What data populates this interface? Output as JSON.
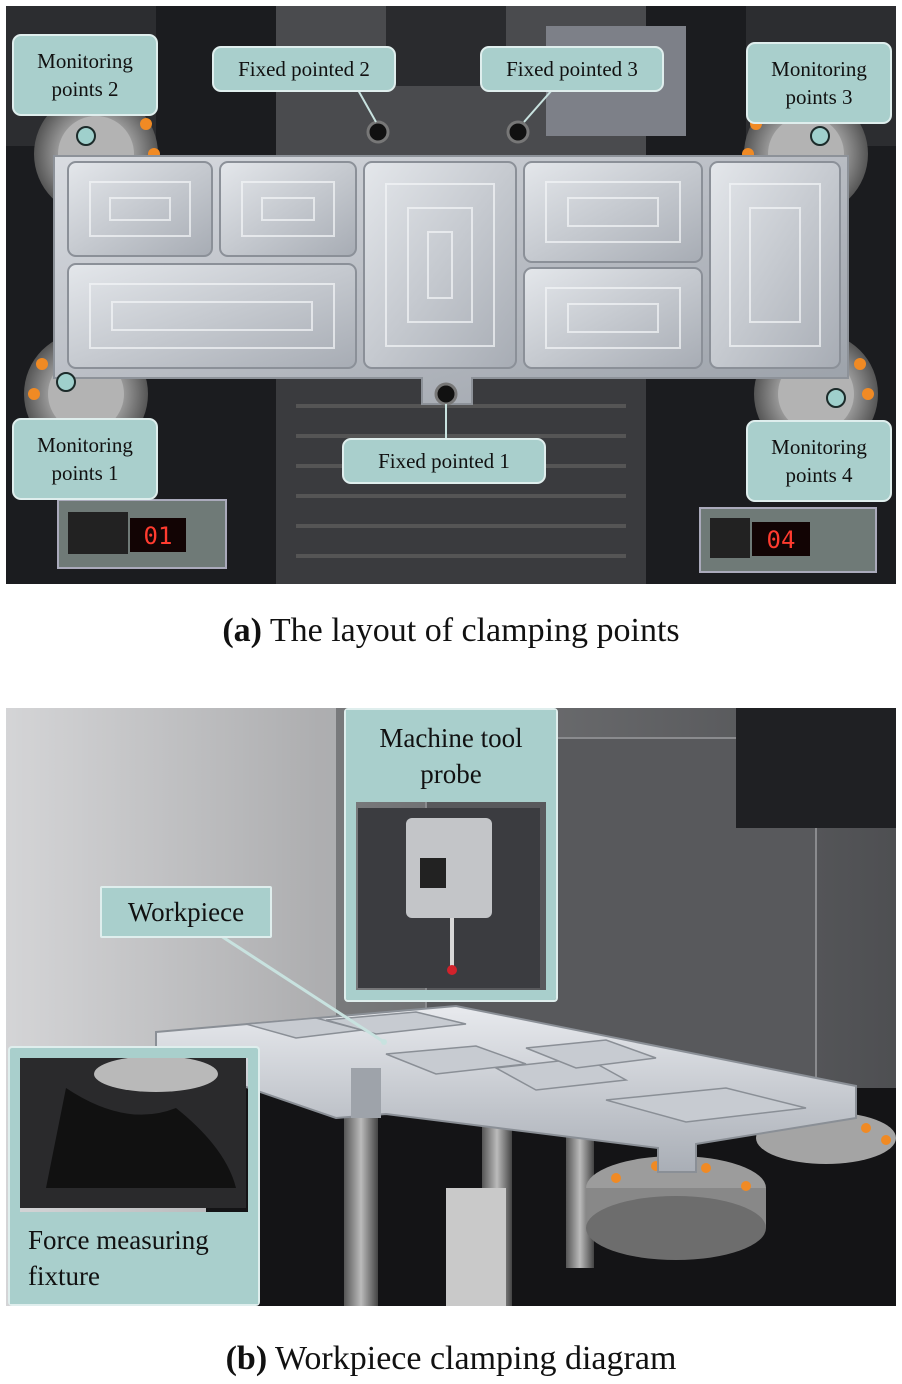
{
  "panel_a": {
    "callouts": {
      "monitoring_2": [
        "Monitoring",
        "points  2"
      ],
      "fixed_2": "Fixed pointed 2",
      "fixed_3": "Fixed pointed 3",
      "monitoring_3": [
        "Monitoring",
        "points  3"
      ],
      "monitoring_1": [
        "Monitoring",
        "points  1"
      ],
      "fixed_1": "Fixed pointed 1",
      "monitoring_4": [
        "Monitoring",
        "points  4"
      ]
    },
    "displays": {
      "left_readout": "01",
      "right_readout": "04"
    },
    "caption_tag": "(a)",
    "caption_text": " The layout of clamping points"
  },
  "panel_b": {
    "callouts": {
      "probe": [
        "Machine tool",
        "probe"
      ],
      "workpiece": "Workpiece",
      "fixture": [
        "Force measuring",
        "fixture"
      ]
    },
    "caption_tag": "(b)",
    "caption_text": " Workpiece clamping diagram"
  },
  "colors": {
    "callout_fill": "#a9cfcc",
    "callout_border": "#dfeeed",
    "leader_line": "#c8e2df",
    "aluminum": "#c9ccd1"
  }
}
